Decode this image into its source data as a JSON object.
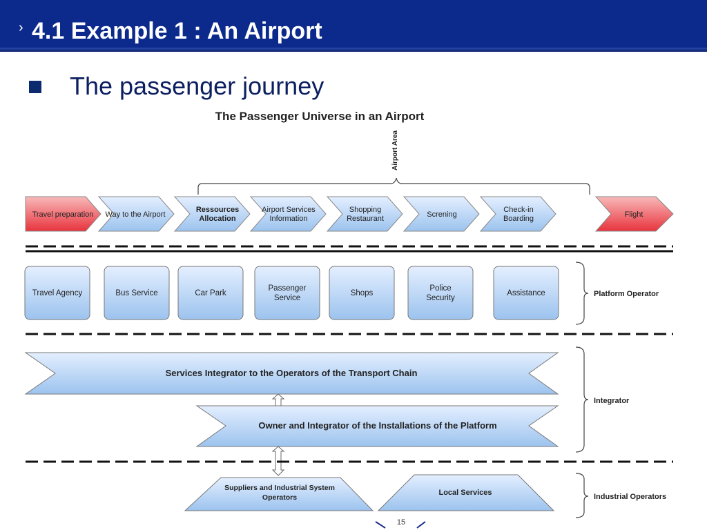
{
  "slide": {
    "title_marker": "›",
    "title": "4.1 Example 1 :  An Airport",
    "bullet": "The passenger journey"
  },
  "diagram": {
    "title": "The Passenger Universe in an Airport",
    "airport_area_label": "Airport Area",
    "journey": [
      {
        "line1": "Travel preparation",
        "line2": "",
        "style": "red"
      },
      {
        "line1": "Way to the Airport",
        "line2": "",
        "style": "blue"
      },
      {
        "line1": "Ressources",
        "line2": "Allocation",
        "style": "blue-bold"
      },
      {
        "line1": "Airport Services",
        "line2": "Information",
        "style": "blue"
      },
      {
        "line1": "Shopping",
        "line2": "Restaurant",
        "style": "blue"
      },
      {
        "line1": "Screning",
        "line2": "",
        "style": "blue"
      },
      {
        "line1": "Check-in",
        "line2": "Boarding",
        "style": "blue"
      },
      {
        "line1": "Flight",
        "line2": "",
        "style": "red"
      }
    ],
    "platform_boxes": [
      {
        "line1": "Travel Agency",
        "line2": ""
      },
      {
        "line1": "Bus Service",
        "line2": ""
      },
      {
        "line1": "Car Park",
        "line2": ""
      },
      {
        "line1": "Passenger",
        "line2": "Service"
      },
      {
        "line1": "Shops",
        "line2": ""
      },
      {
        "line1": "Police",
        "line2": "Security"
      },
      {
        "line1": "Assistance",
        "line2": ""
      }
    ],
    "platform_operator_label": "Platform Operator",
    "integrator_1": "Services Integrator to the Operators of the  Transport Chain",
    "integrator_2": "Owner and Integrator of the Installations of the Platform",
    "integrator_label": "Integrator",
    "industrial_1_line1": "Suppliers and Industrial System",
    "industrial_1_line2": "Operators",
    "industrial_2": "Local Services",
    "industrial_label": "Industrial Operators",
    "page_number": "15"
  },
  "colors": {
    "title_bar": "#0c2a8c",
    "bullet_text": "#0c1f60",
    "blue_fill_top": "#e4efff",
    "blue_fill_bottom": "#9cc3ee",
    "red_fill_top": "#f8b9b9",
    "red_fill_bottom": "#e8333d"
  }
}
